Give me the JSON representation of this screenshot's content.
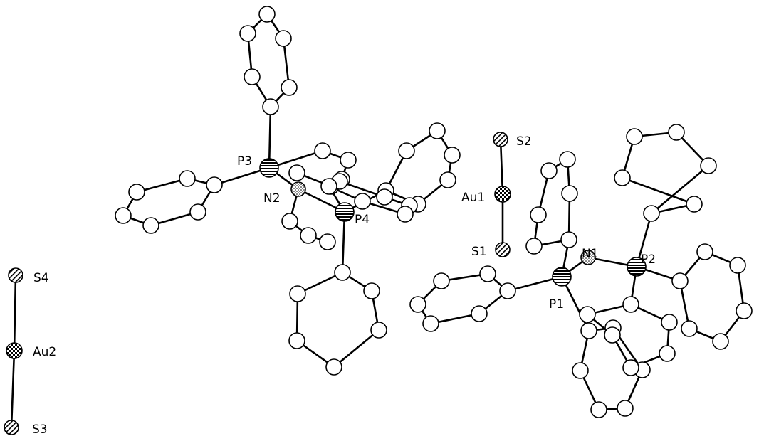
{
  "labels": {
    "S2": "S2",
    "Au1": "Au1",
    "S1": "S1",
    "N1": "N1",
    "P1": "P1",
    "P2": "P2",
    "P3": "P3",
    "N2": "N2",
    "P4": "P4",
    "S4": "S4",
    "Au2": "Au2",
    "S3": "S3"
  },
  "colors": {
    "ink": "#000000",
    "background": "#ffffff"
  },
  "atom_styles": {
    "C": "open-circle",
    "P": "horizontal-stripes",
    "N": "dotted",
    "S": "diagonal-hatch",
    "Au": "checkered"
  }
}
